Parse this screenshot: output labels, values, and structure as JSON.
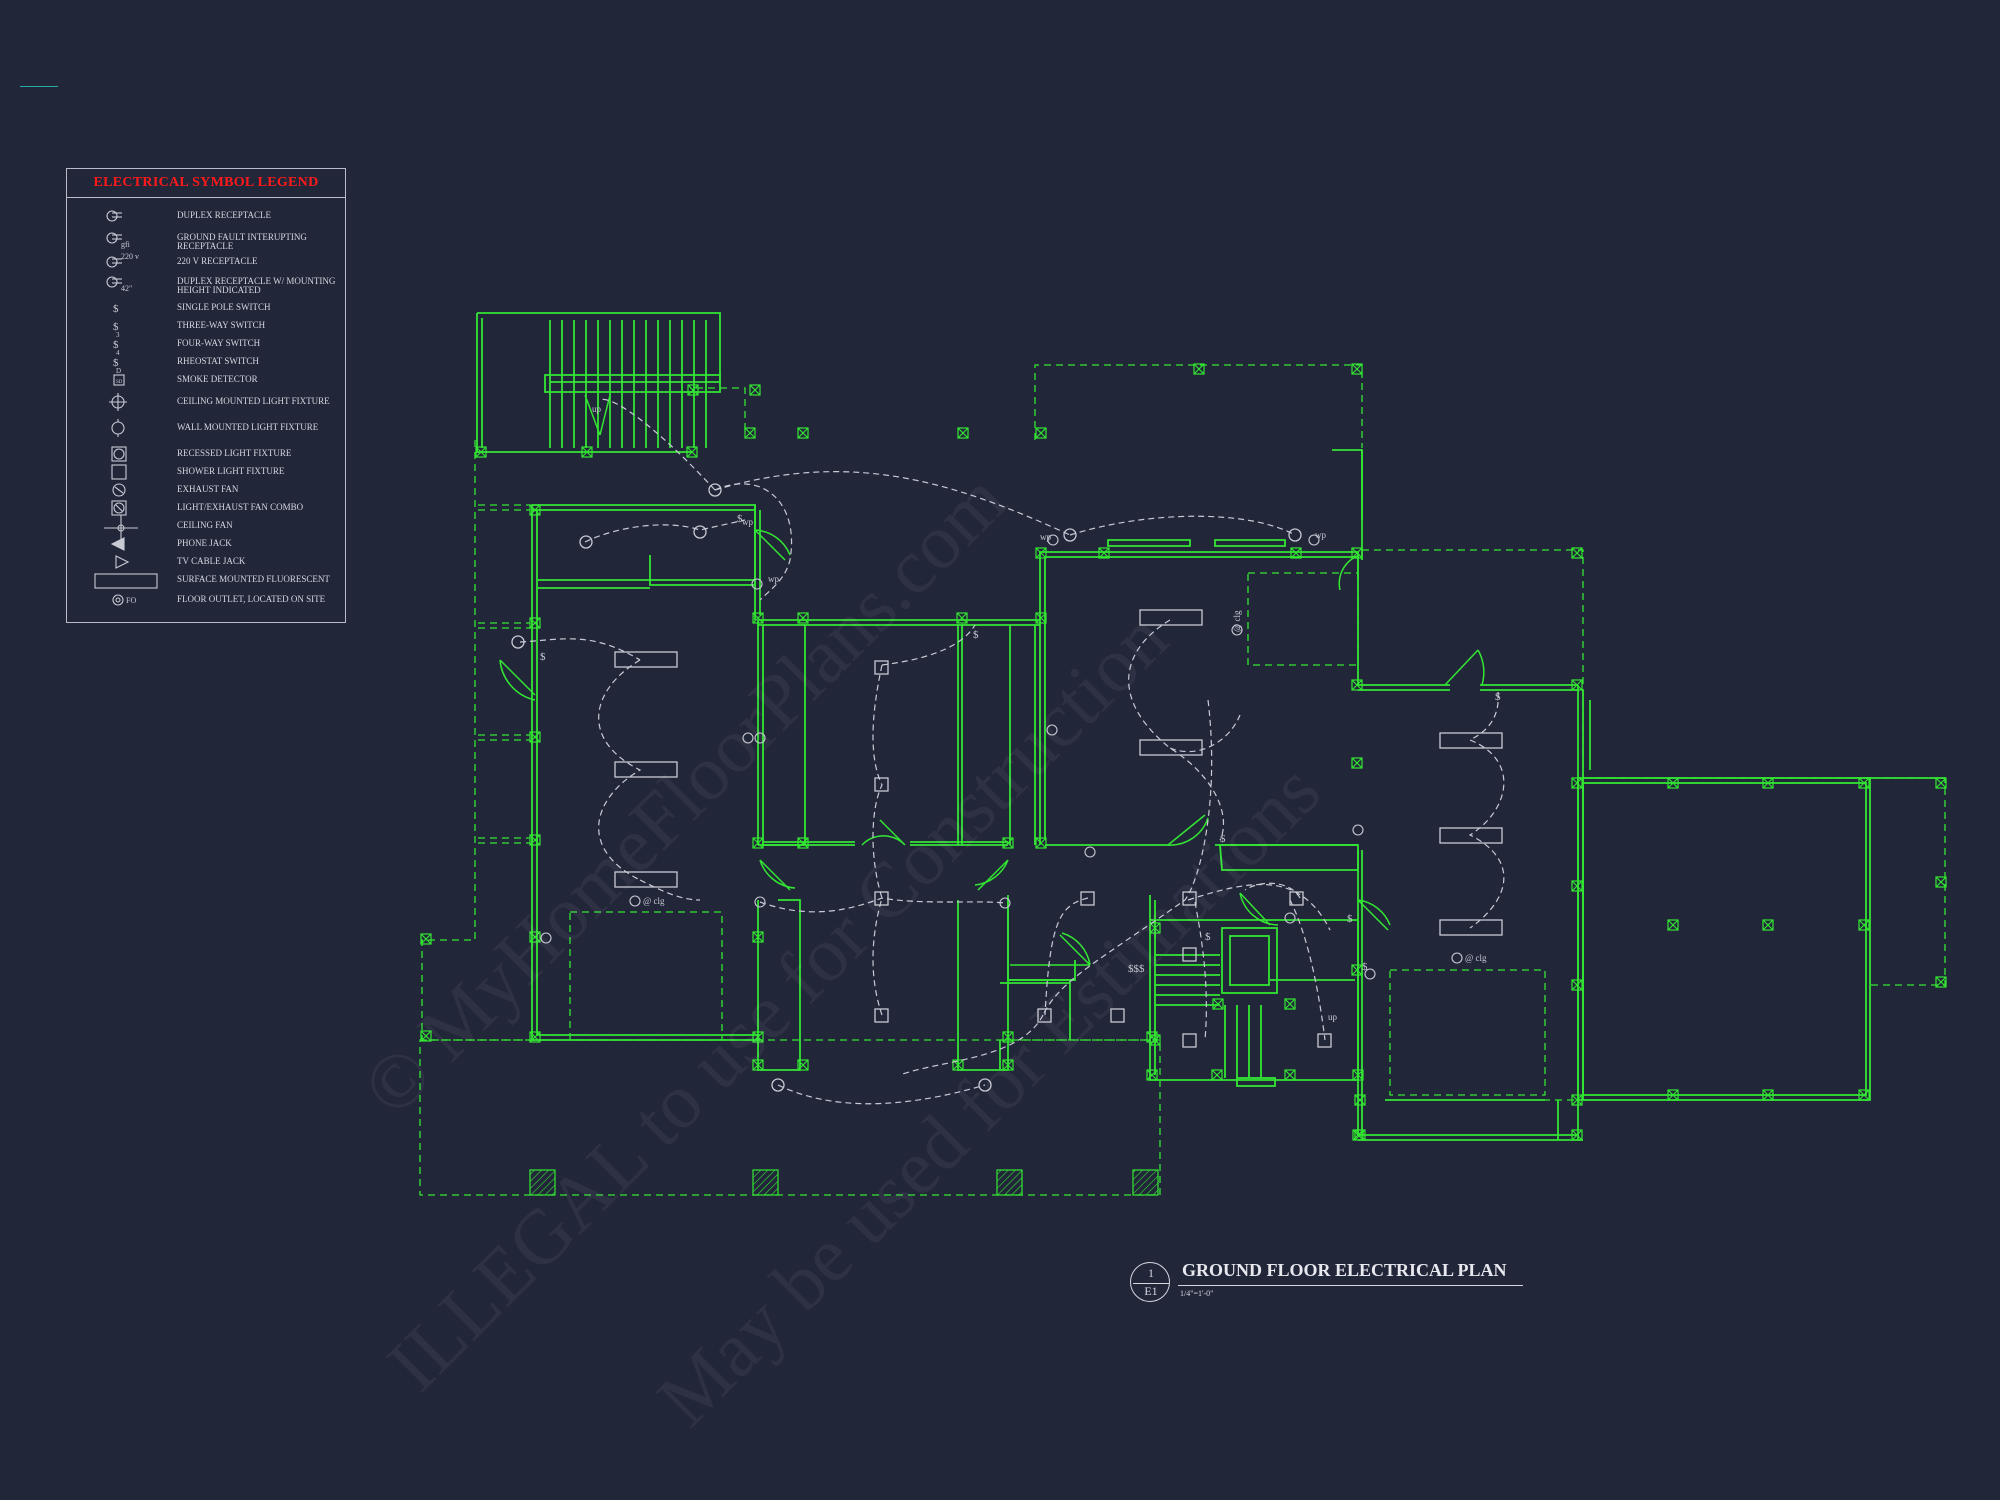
{
  "legend": {
    "title": "ELECTRICAL SYMBOL LEGEND",
    "items": [
      {
        "icon": "duplex-receptacle-icon",
        "label": "DUPLEX RECEPTACLE"
      },
      {
        "icon": "gfi-receptacle-icon",
        "label": "GROUND FAULT INTERUPTING RECEPTACLE",
        "tag": "gfi"
      },
      {
        "icon": "220v-receptacle-icon",
        "label": "220 V RECEPTACLE",
        "tag": "220 v"
      },
      {
        "icon": "duplex-receptacle-height-icon",
        "label": "DUPLEX RECEPTACLE W/ MOUNTING HEIGHT INDICATED",
        "tag": "42\""
      },
      {
        "icon": "single-pole-switch-icon",
        "label": "SINGLE POLE SWITCH",
        "tag": "$"
      },
      {
        "icon": "three-way-switch-icon",
        "label": "THREE-WAY SWITCH",
        "tag": "$3"
      },
      {
        "icon": "four-way-switch-icon",
        "label": "FOUR-WAY SWITCH",
        "tag": "$4"
      },
      {
        "icon": "rheostat-switch-icon",
        "label": "RHEOSTAT SWITCH",
        "tag": "$D"
      },
      {
        "icon": "smoke-detector-icon",
        "label": "SMOKE DETECTOR"
      },
      {
        "icon": "ceiling-light-icon",
        "label": "CEILING MOUNTED LIGHT FIXTURE"
      },
      {
        "icon": "wall-light-icon",
        "label": "WALL MOUNTED LIGHT FIXTURE"
      },
      {
        "icon": "recessed-light-icon",
        "label": "RECESSED LIGHT FIXTURE"
      },
      {
        "icon": "shower-light-icon",
        "label": "SHOWER LIGHT FIXTURE"
      },
      {
        "icon": "exhaust-fan-icon",
        "label": "EXHAUST FAN"
      },
      {
        "icon": "light-fan-combo-icon",
        "label": "LIGHT/EXHAUST FAN COMBO"
      },
      {
        "icon": "ceiling-fan-icon",
        "label": "CEILING FAN"
      },
      {
        "icon": "phone-jack-icon",
        "label": "PHONE JACK"
      },
      {
        "icon": "tv-jack-icon",
        "label": "TV CABLE JACK"
      },
      {
        "icon": "fluorescent-icon",
        "label": "SURFACE MOUNTED FLUORESCENT"
      },
      {
        "icon": "floor-outlet-icon",
        "label": "FLOOR OUTLET, LOCATED ON SITE",
        "tag": "FO"
      }
    ]
  },
  "title_block": {
    "number": "1",
    "sheet": "E1",
    "title": "GROUND FLOOR ELECTRICAL PLAN",
    "scale": "1/4\"=1'-0\""
  },
  "watermark": {
    "line1": "© MyHomeFloorPlans.com",
    "line2": "ILLEGAL to use for Construction",
    "line3": "May be used for Estimations"
  },
  "plan_labels": {
    "up1": "up",
    "up2": "up",
    "wp1": "wp",
    "wp2": "wp",
    "wp3": "wp",
    "wp4": "wp",
    "clg1": "@ clg",
    "clg2": "@ clg",
    "clg3": "@ clg"
  },
  "colors": {
    "background": "#222639",
    "wall": "#33e633",
    "circuit": "#c8cad4",
    "legend_title": "#ff1a1a"
  }
}
